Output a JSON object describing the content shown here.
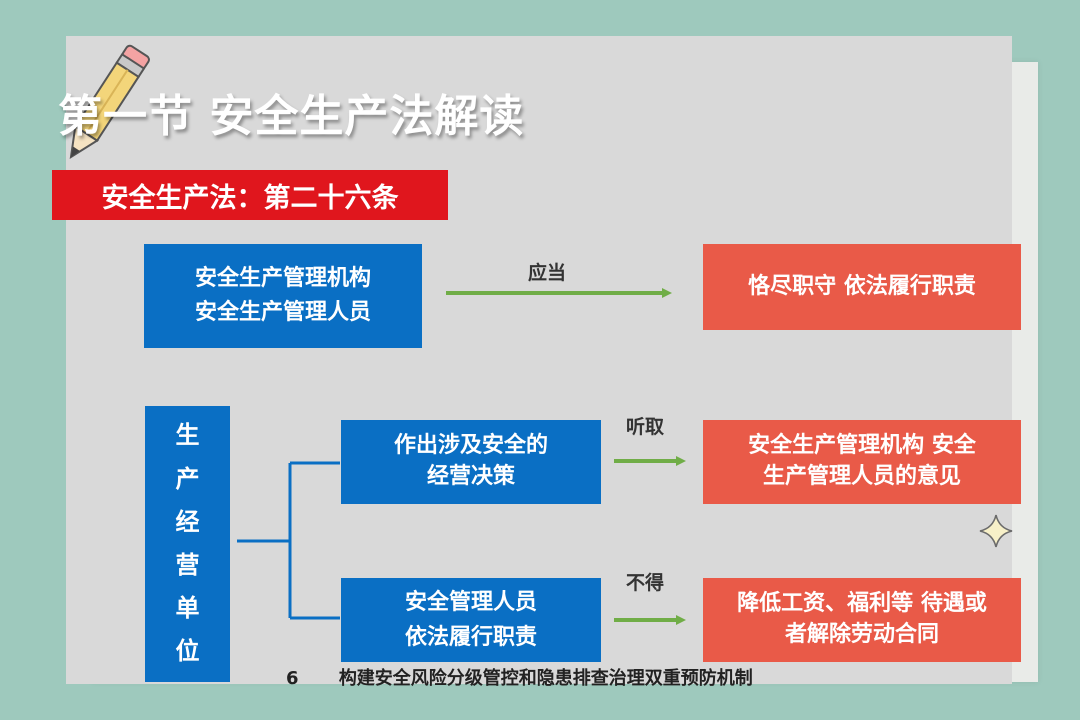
{
  "title": "第一节  安全生产法解读",
  "article": "安全生产法：第二十六条",
  "row1": {
    "left_lines": [
      "安全生产管理机构",
      "安全生产管理人员"
    ],
    "verb": "应当",
    "right": "恪尽职守 依法履行职责"
  },
  "unit": {
    "chars": [
      "生",
      "产",
      "经",
      "营",
      "单",
      "位"
    ]
  },
  "row2": {
    "left_lines": [
      "作出涉及安全的",
      "经营决策"
    ],
    "verb": "听取",
    "right_lines": [
      "安全生产管理机构 安全",
      "生产管理人员的意见"
    ]
  },
  "row3": {
    "left_lines": [
      "安全管理人员",
      "依法履行职责"
    ],
    "verb": "不得",
    "right_lines": [
      "降低工资、福利等 待遇或",
      "者解除劳动合同"
    ]
  },
  "footer": {
    "page": "6",
    "text": "构建安全风险分级管控和隐患排查治理双重预防机制"
  },
  "colors": {
    "blue": "#0a6fc4",
    "red": "#e95a48",
    "article_red": "#e0161d",
    "arrow_green": "#70ad47",
    "background": "#9ec9bd"
  },
  "icons": [
    "pencil-icon",
    "sparkle-icon"
  ]
}
